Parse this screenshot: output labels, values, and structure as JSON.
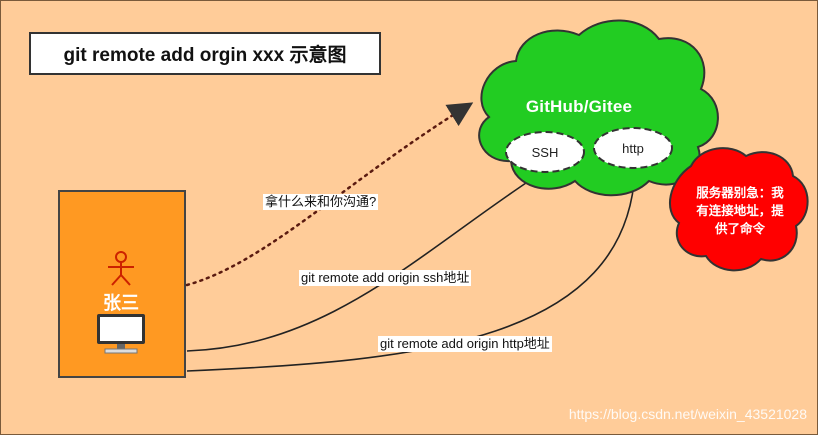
{
  "title": "git remote add orgin xxx 示意图",
  "cloud": {
    "name": "GitHub/Gitee",
    "protocols": [
      "SSH",
      "http"
    ],
    "color": "#22cc22"
  },
  "server_note": {
    "lines": [
      "服务器别急：我",
      "有连接地址，提",
      "供了命令"
    ],
    "color": "#ff0000"
  },
  "person": {
    "name": "张三",
    "box_color": "#ff9922"
  },
  "arrows": {
    "question": "拿什么来和你沟通?",
    "ssh_command": "git remote add origin ssh地址",
    "http_command": "git remote add origin http地址"
  },
  "watermark": "https://blog.csdn.net/weixin_43521028"
}
